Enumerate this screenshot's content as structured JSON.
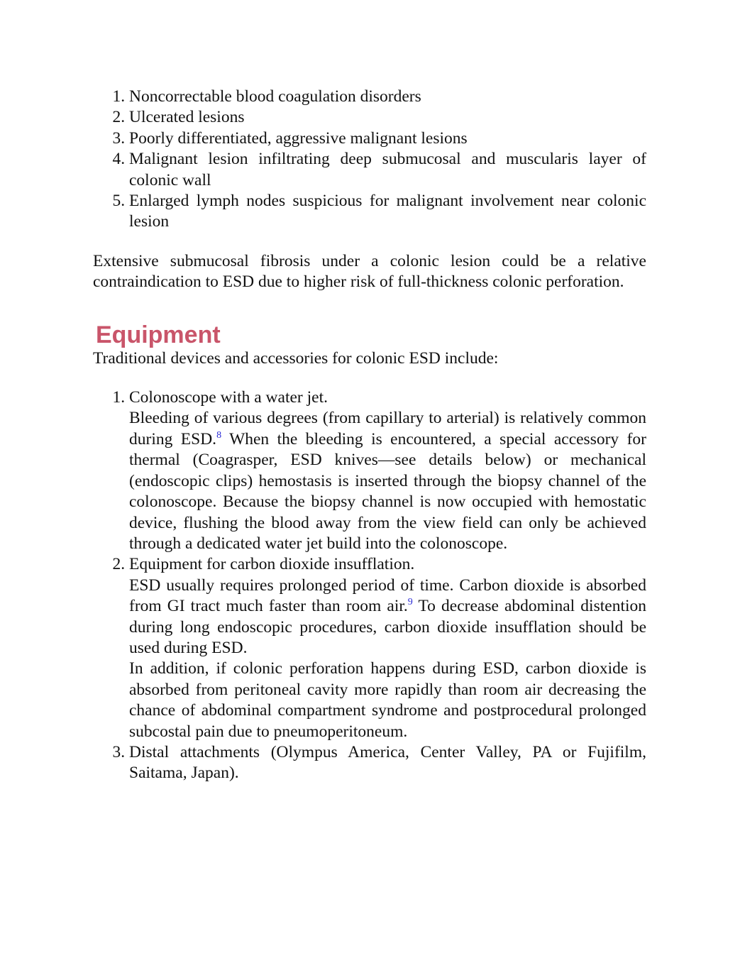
{
  "contraindications": {
    "items": [
      "Noncorrectable blood coagulation disorders",
      "Ulcerated lesions",
      "Poorly differentiated, aggressive malignant lesions",
      "Malignant lesion infiltrating deep submucosal and muscularis layer of colonic wall",
      "Enlarged lymph nodes suspicious for malignant involvement near colonic lesion"
    ],
    "relative_note": "Extensive submucosal fibrosis under a colonic lesion could be a relative contraindication to ESD due to higher risk of full-thickness colonic perforation."
  },
  "equipment": {
    "heading": "Equipment",
    "intro": "Traditional devices and accessories for colonic ESD include:",
    "items": [
      {
        "title": "Colonoscope with a water jet.",
        "p1_a": "Bleeding of various degrees (from capillary to arterial) is relatively common during ESD.",
        "p1_ref": "8",
        "p1_b": " When the bleeding is encountered, a special accessory for thermal (Coagrasper, ESD knives—see details below) or mechanical (endoscopic clips) hemostasis is inserted through the biopsy channel of the colonoscope. Because the biopsy channel is now occupied with hemostatic device, flushing the blood away from the view field can only be achieved through a dedicated water jet build into the colonoscope."
      },
      {
        "title": "Equipment for carbon dioxide insufflation.",
        "p1_a": "ESD usually requires prolonged period of time. Carbon dioxide is absorbed from GI tract much faster than room air.",
        "p1_ref": "9",
        "p1_b": " To decrease abdominal distention during long endoscopic procedures, carbon dioxide insufflation should be used during ESD.",
        "p2": "In addition, if colonic perforation happens during ESD, carbon dioxide is absorbed from peritoneal cavity more rapidly than room air decreasing the chance of abdominal compartment syndrome and postprocedural prolonged subcostal pain due to pneumoperitoneum."
      },
      {
        "title": "Distal attachments (Olympus America, Center Valley, PA or Fujifilm, Saitama, Japan)."
      }
    ]
  },
  "colors": {
    "heading": "#c9556a",
    "reference": "#2b2bd6",
    "text": "#111111"
  }
}
